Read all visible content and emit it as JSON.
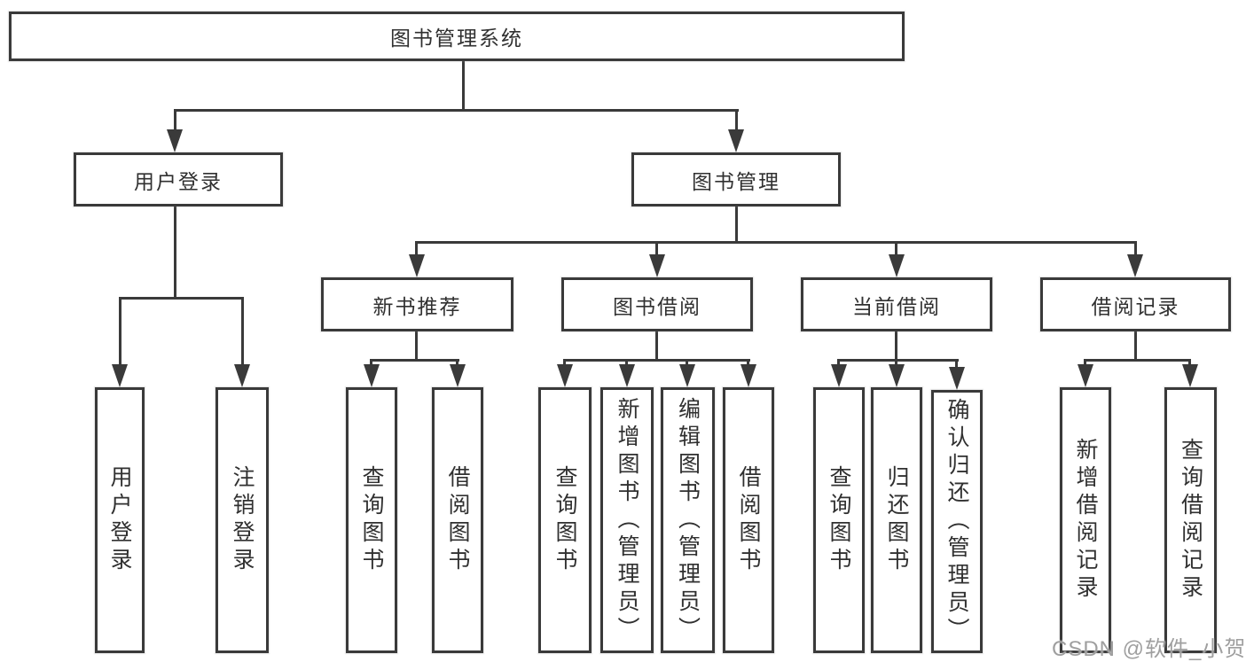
{
  "root": {
    "label": "图书管理系统"
  },
  "level2": {
    "user_login": "用户登录",
    "book_management": "图书管理"
  },
  "level3": {
    "new_book_recommend": "新书推荐",
    "book_borrow": "图书借阅",
    "current_borrow": "当前借阅",
    "borrow_records": "借阅记录"
  },
  "leaves": {
    "user_login": [
      "用户登录",
      "注销登录"
    ],
    "new_book_recommend": [
      "查询图书",
      "借阅图书"
    ],
    "book_borrow": [
      "查询图书",
      "新增图书（管理员）",
      "编辑图书（管理员）",
      "借阅图书"
    ],
    "current_borrow": [
      "查询图书",
      "归还图书",
      "确认归还（管理员）"
    ],
    "borrow_records": [
      "新增借阅记录",
      "查询借阅记录"
    ]
  },
  "watermark": "CSDN @软件_小贺同学",
  "colors": {
    "line": "#3a3a3a",
    "text": "#303030",
    "watermark": "#9f9f9f",
    "background": "#ffffff"
  }
}
